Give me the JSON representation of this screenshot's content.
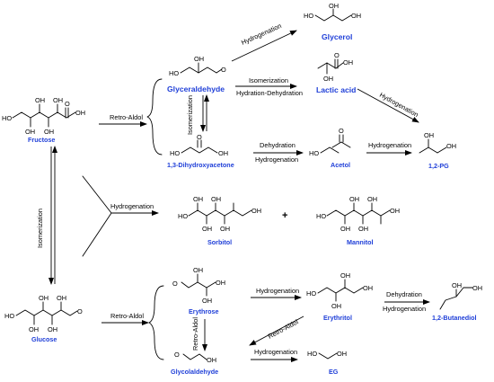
{
  "compounds": {
    "fructose": "Fructose",
    "glyceraldehyde": "Glyceraldehyde",
    "dihydroxyacetone": "1,3-Dihydroxyacetone",
    "glycerol": "Glycerol",
    "lactic_acid": "Lactic acid",
    "acetol": "Acetol",
    "propylene_glycol": "1,2-PG",
    "sorbitol": "Sorbitol",
    "mannitol": "Mannitol",
    "glucose": "Glucose",
    "erythrose": "Erythrose",
    "glycolaldehyde": "Glycolaldehyde",
    "erythritol": "Erythritol",
    "butanediol": "1,2-Butanediol",
    "ethylene_glycol": "EG"
  },
  "reactions": {
    "retro_aldol_fructose": "Retro-Aldol",
    "hydrogenation_glycerol": "Hydrogenation",
    "isomerization": "Isomerization",
    "hydration_dehydration": "Hydration-Dehydration",
    "isomerization_trioses": "Isomerization",
    "dehydration_acetol": "Dehydration",
    "hydrogenation_acetol": "Hydrogenation",
    "hydrogenation_pg": "Hydrogenation",
    "hydrogenation_lactic": "Hydrogenation",
    "isomerization_glucose": "Isomerization",
    "hydrogenation_hexitols": "Hydrogenation",
    "retro_aldol_glucose": "Retro-Aldol",
    "hydrogenation_erythrose": "Hydrogenation",
    "retro_aldol_erythrose": "Retro-Aldol",
    "retro_aldol_erythritol": "Retro-Aldol",
    "dehydration_butanediol": "Dehydration",
    "hydrogenation_butanediol": "Hydrogenation",
    "hydrogenation_eg": "Hydrogenation"
  },
  "atoms": {
    "oh": "OH",
    "ho": "HO",
    "o": "O",
    "plus": "+"
  }
}
